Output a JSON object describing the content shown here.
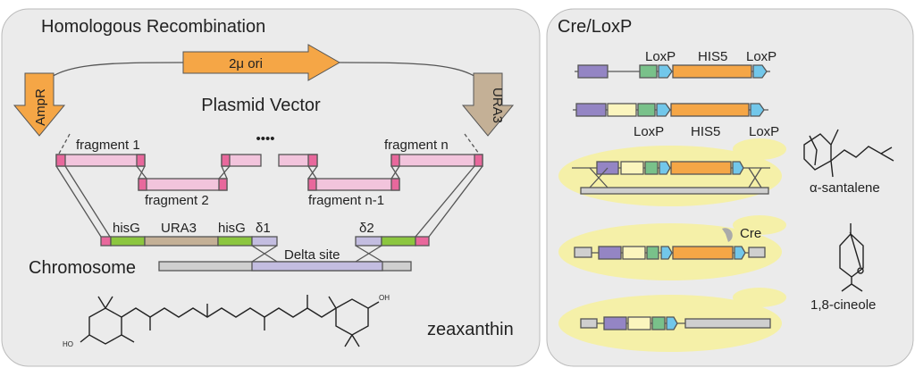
{
  "left_panel": {
    "title": "Homologous Recombination",
    "plasmid_label": "Plasmid Vector",
    "ori_label": "2μ ori",
    "ampr_label": "AmpR",
    "ura3_marker_label": "URA3",
    "dots": "••••",
    "fragments": [
      "fragment 1",
      "fragment 2",
      "fragment n-1",
      "fragment n"
    ],
    "cassette_labels": {
      "hisG_left": "hisG",
      "ura3": "URA3",
      "hisG_right": "hisG",
      "delta1": "δ1",
      "delta2": "δ2"
    },
    "chromosome_label": "Chromosome",
    "delta_site_label": "Delta site",
    "compound_label": "zeaxanthin"
  },
  "right_panel": {
    "title": "Cre/LoxP",
    "row1_labels": [
      "LoxP",
      "HIS5",
      "LoxP"
    ],
    "row2_labels": [
      "LoxP",
      "HIS5",
      "LoxP"
    ],
    "cre_label": "Cre",
    "compounds": [
      "α-santalene",
      "1,8-cineole"
    ]
  },
  "colors": {
    "panel": "#ebebeb",
    "pink": "#e8689c",
    "light_pink": "#f2c4dc",
    "orange": "#f5a646",
    "tan": "#c4b096",
    "green": "#8cc63f",
    "lavender": "#c3bde0",
    "gray": "#cfcfcf",
    "purple": "#9485c4",
    "pale_yellow": "#fbf5be",
    "mint": "#79c18a",
    "loxp_blue": "#72c7ea",
    "yeast_yellow": "#f5f0a8"
  }
}
